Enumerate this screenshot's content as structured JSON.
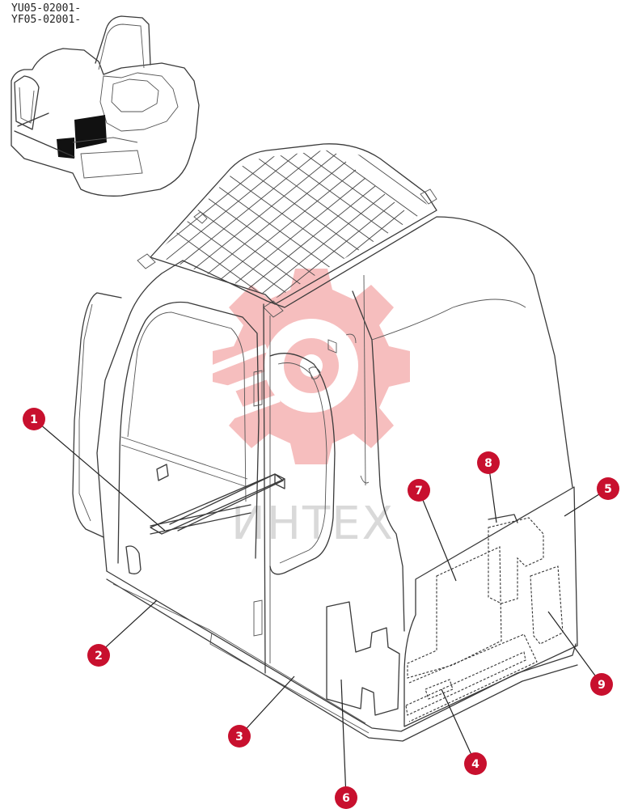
{
  "serials": [
    "YU05-02001-",
    "YF05-02001-"
  ],
  "watermark_text": "ИНТЕХ",
  "accent_color": "#c8102e",
  "callouts": [
    "1",
    "2",
    "3",
    "4",
    "5",
    "6",
    "7",
    "8",
    "9"
  ]
}
